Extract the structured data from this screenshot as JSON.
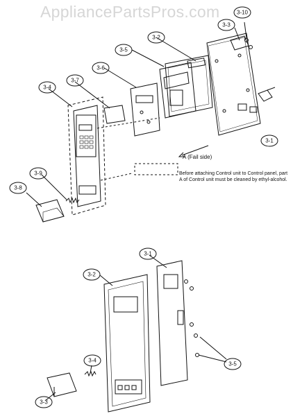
{
  "watermark": "AppliancePartsPros.com",
  "note": {
    "fail_side_label": "A (Fail side)",
    "text": "Before attaching Control unit to Control panel, part A of Control unit must be cleaned by ethyl-alcohol."
  },
  "callouts_top": [
    "3-10",
    "3-3",
    "3-2",
    "3-5",
    "3-6",
    "3-7",
    "3-4",
    "3-1",
    "3-9",
    "3-8"
  ],
  "callouts_bottom": [
    "3-1",
    "3-2",
    "3-4",
    "3-5",
    "3-3"
  ]
}
